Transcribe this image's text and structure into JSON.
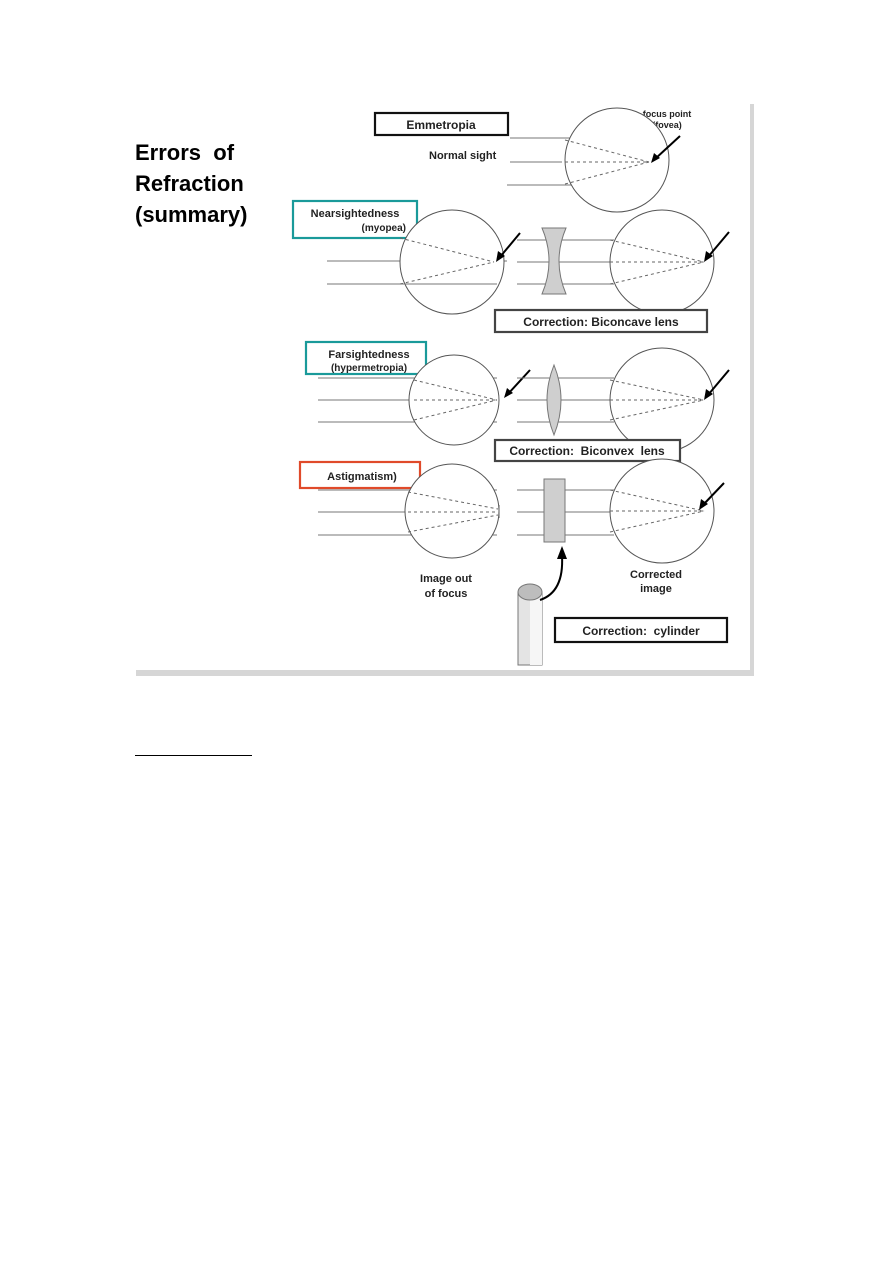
{
  "title_lines": [
    "Errors  of",
    "Refraction",
    "(summary)"
  ],
  "emmetropia": {
    "box_label": "Emmetropia",
    "sub_label": "Normal sight",
    "focus_label_1": "focus point",
    "focus_label_2": "(fovea)"
  },
  "myopia": {
    "box_label_1": "Nearsightedness",
    "box_label_2": "(myopea)",
    "correction": "Correction: Biconcave lens",
    "box_color": "#1a9a9a"
  },
  "hypermetropia": {
    "box_label_1": "Farsightedness",
    "box_label_2": "(hypermetropia)",
    "correction": "Correction:  Biconvex  lens",
    "box_color": "#1a9a9a"
  },
  "astigmatism": {
    "box_label": "Astigmatism)",
    "out_of_focus_1": "Image out",
    "out_of_focus_2": "of focus",
    "corrected_1": "Corrected",
    "corrected_2": "image",
    "correction": "Correction:  cylinder",
    "box_color": "#e04a2a"
  }
}
